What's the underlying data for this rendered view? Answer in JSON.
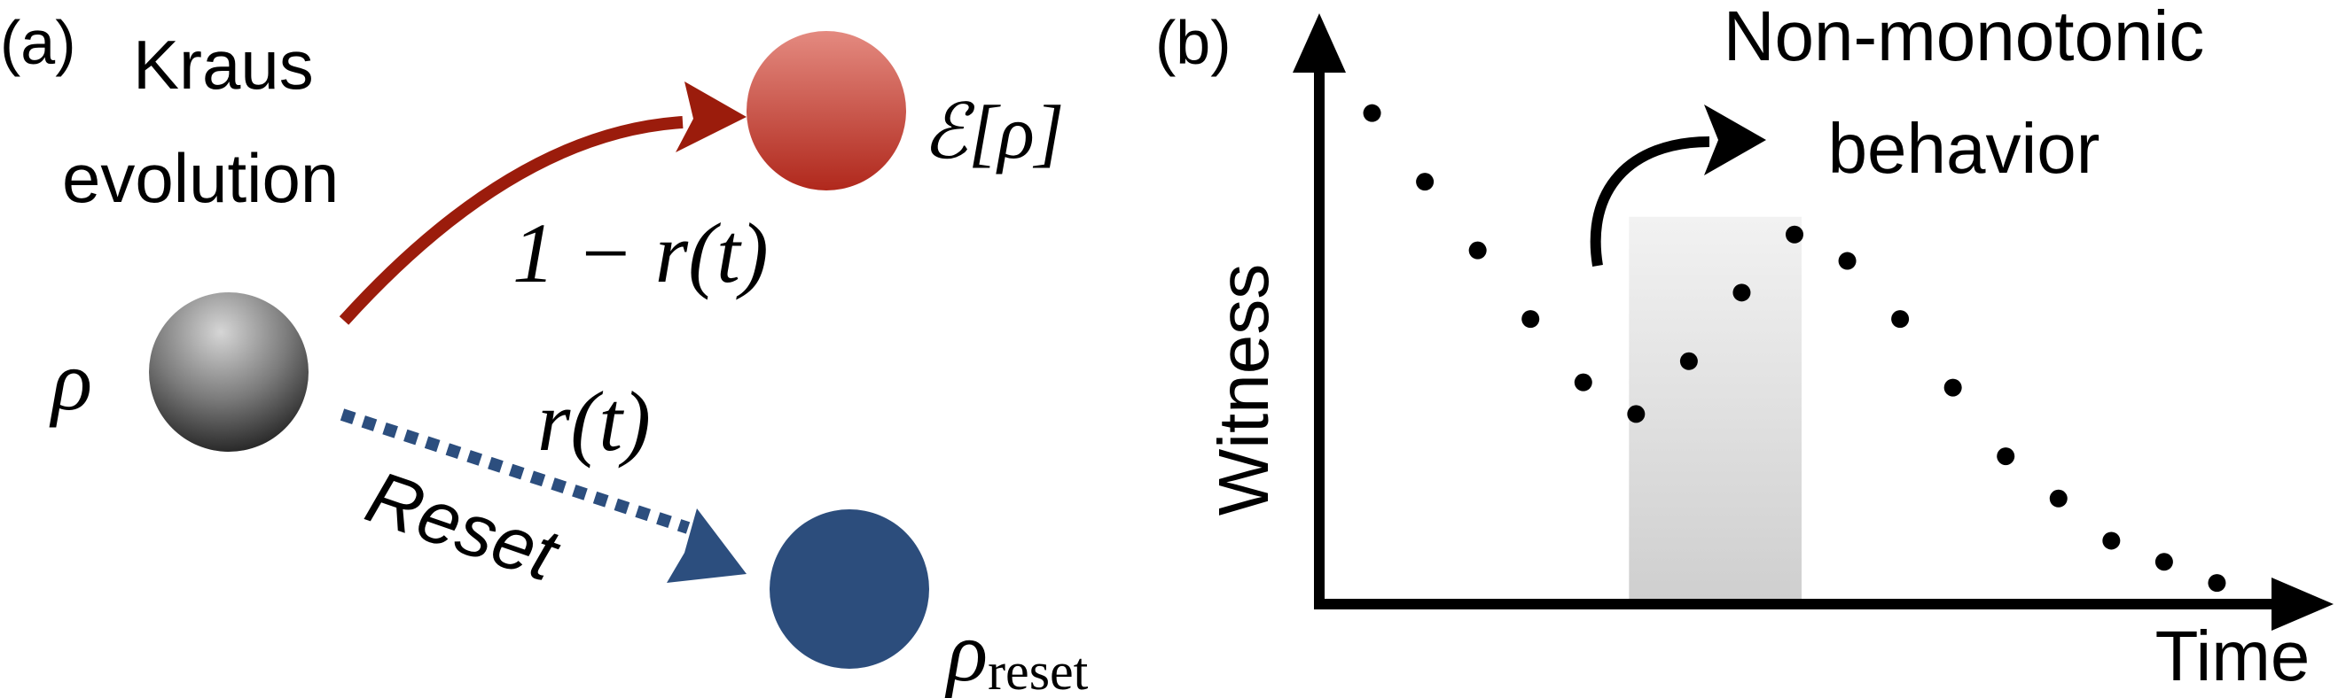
{
  "panel_a": {
    "label": "(a)",
    "title_line1": "Kraus",
    "title_line2": "evolution",
    "input_state": "ρ",
    "kraus_output": "ℰ[ρ]",
    "kraus_prob": "1 − r(t)",
    "reset_prob": "r(t)",
    "reset_label": "Reset",
    "reset_state_base": "ρ",
    "reset_state_sub": "reset",
    "colors": {
      "kraus": "#9b1c0c",
      "reset": "#2c4e7e",
      "kraus_node": "#c8453a",
      "reset_node": "#2c4d7c"
    }
  },
  "panel_b": {
    "label": "(b)",
    "annotation_line1": "Non-monotonic",
    "annotation_line2": "behavior",
    "chart_data": {
      "type": "scatter",
      "xlabel": "Time",
      "ylabel": "Witness",
      "points": [
        {
          "x": 1,
          "y": 0.92
        },
        {
          "x": 2,
          "y": 0.79
        },
        {
          "x": 3,
          "y": 0.66
        },
        {
          "x": 4,
          "y": 0.53
        },
        {
          "x": 5,
          "y": 0.41
        },
        {
          "x": 6,
          "y": 0.35
        },
        {
          "x": 7,
          "y": 0.45
        },
        {
          "x": 8,
          "y": 0.58
        },
        {
          "x": 9,
          "y": 0.69
        },
        {
          "x": 10,
          "y": 0.64
        },
        {
          "x": 11,
          "y": 0.53
        },
        {
          "x": 12,
          "y": 0.4
        },
        {
          "x": 13,
          "y": 0.27
        },
        {
          "x": 14,
          "y": 0.19
        },
        {
          "x": 15,
          "y": 0.11
        },
        {
          "x": 16,
          "y": 0.07
        },
        {
          "x": 17,
          "y": 0.03
        }
      ],
      "highlight_x_range": [
        6,
        9
      ],
      "xlim": [
        0,
        18
      ],
      "ylim": [
        0,
        1
      ],
      "axis_ticks": false,
      "grid": false
    }
  }
}
